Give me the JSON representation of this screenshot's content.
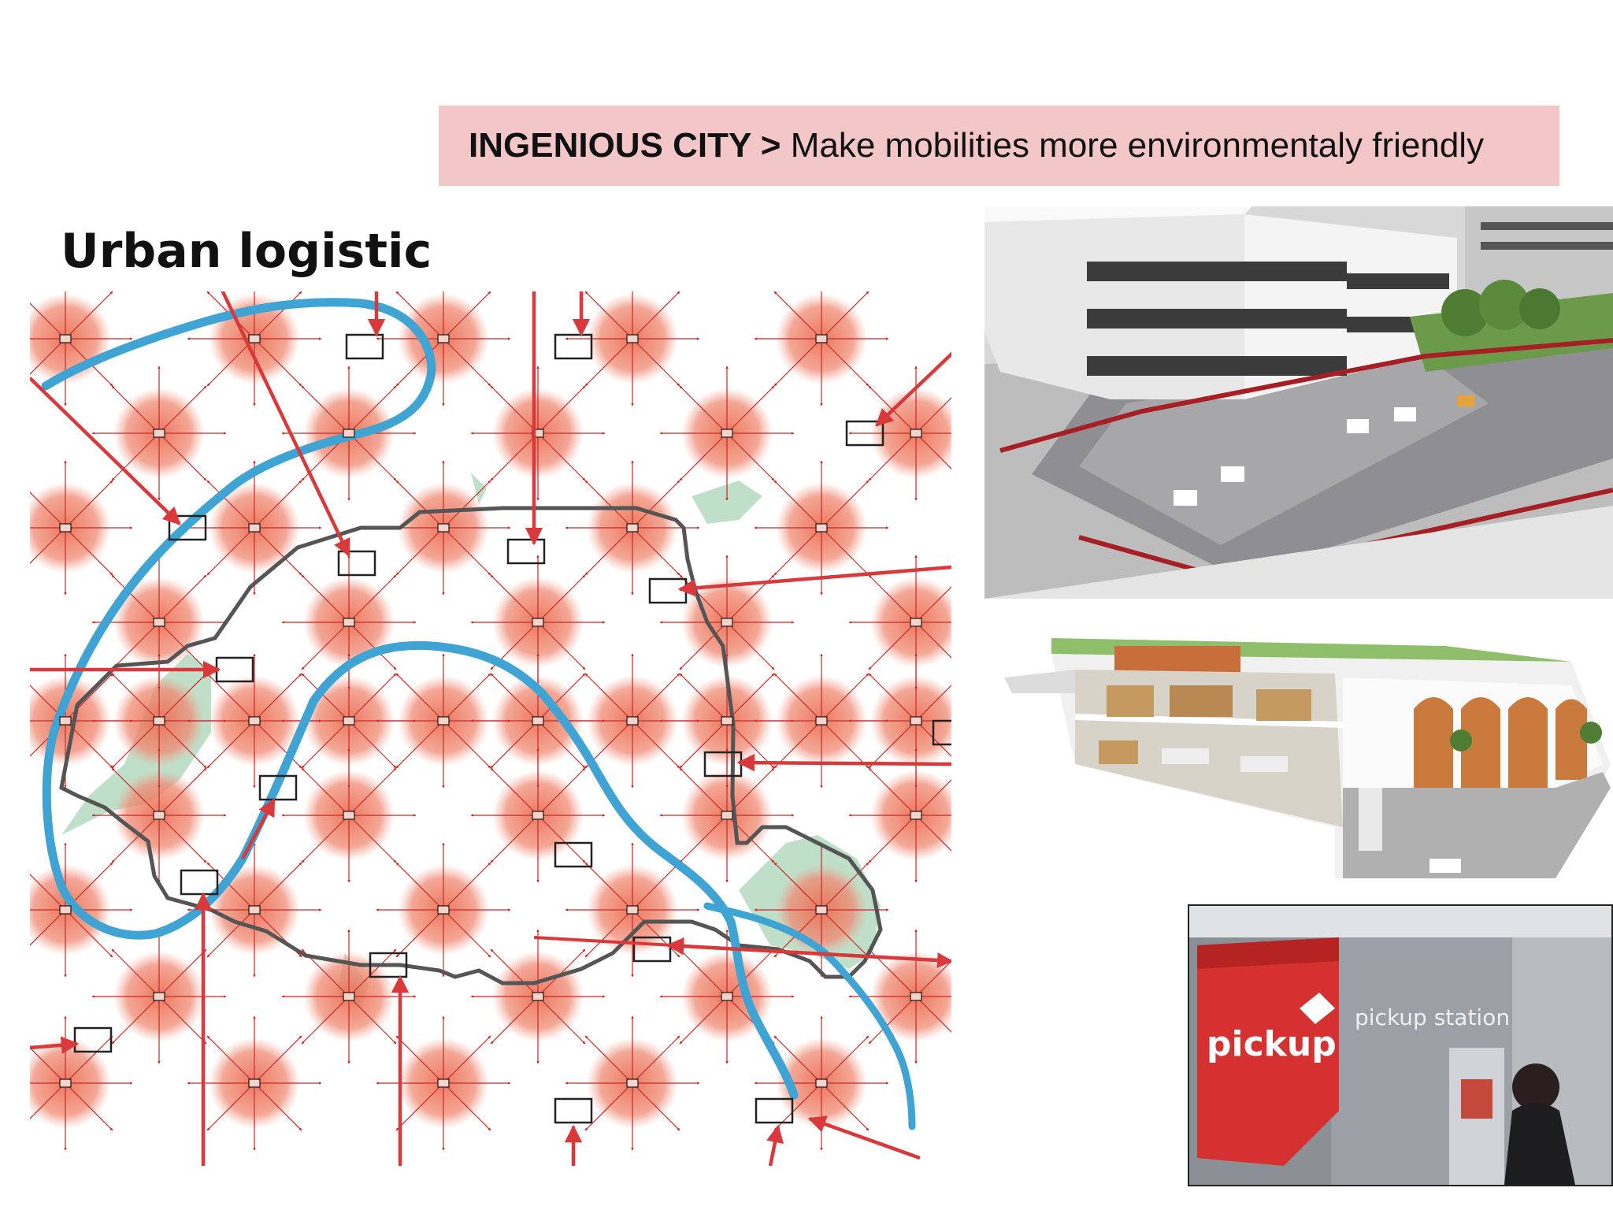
{
  "header": {
    "brand": "INGENIOUS CITY >",
    "subtitle": "Make mobilities more environmentaly friendly"
  },
  "slide_title": "Urban logistic",
  "photos": {
    "pickup": {
      "sign_text": "pickup",
      "station_text": "pickup station"
    }
  },
  "colors": {
    "banner": "#f3c6c7",
    "river": "#3fa3d4",
    "boundary": "#555555",
    "arrow": "#d9393a",
    "halo": "#ef7f67",
    "park": "#bfdfc8"
  }
}
